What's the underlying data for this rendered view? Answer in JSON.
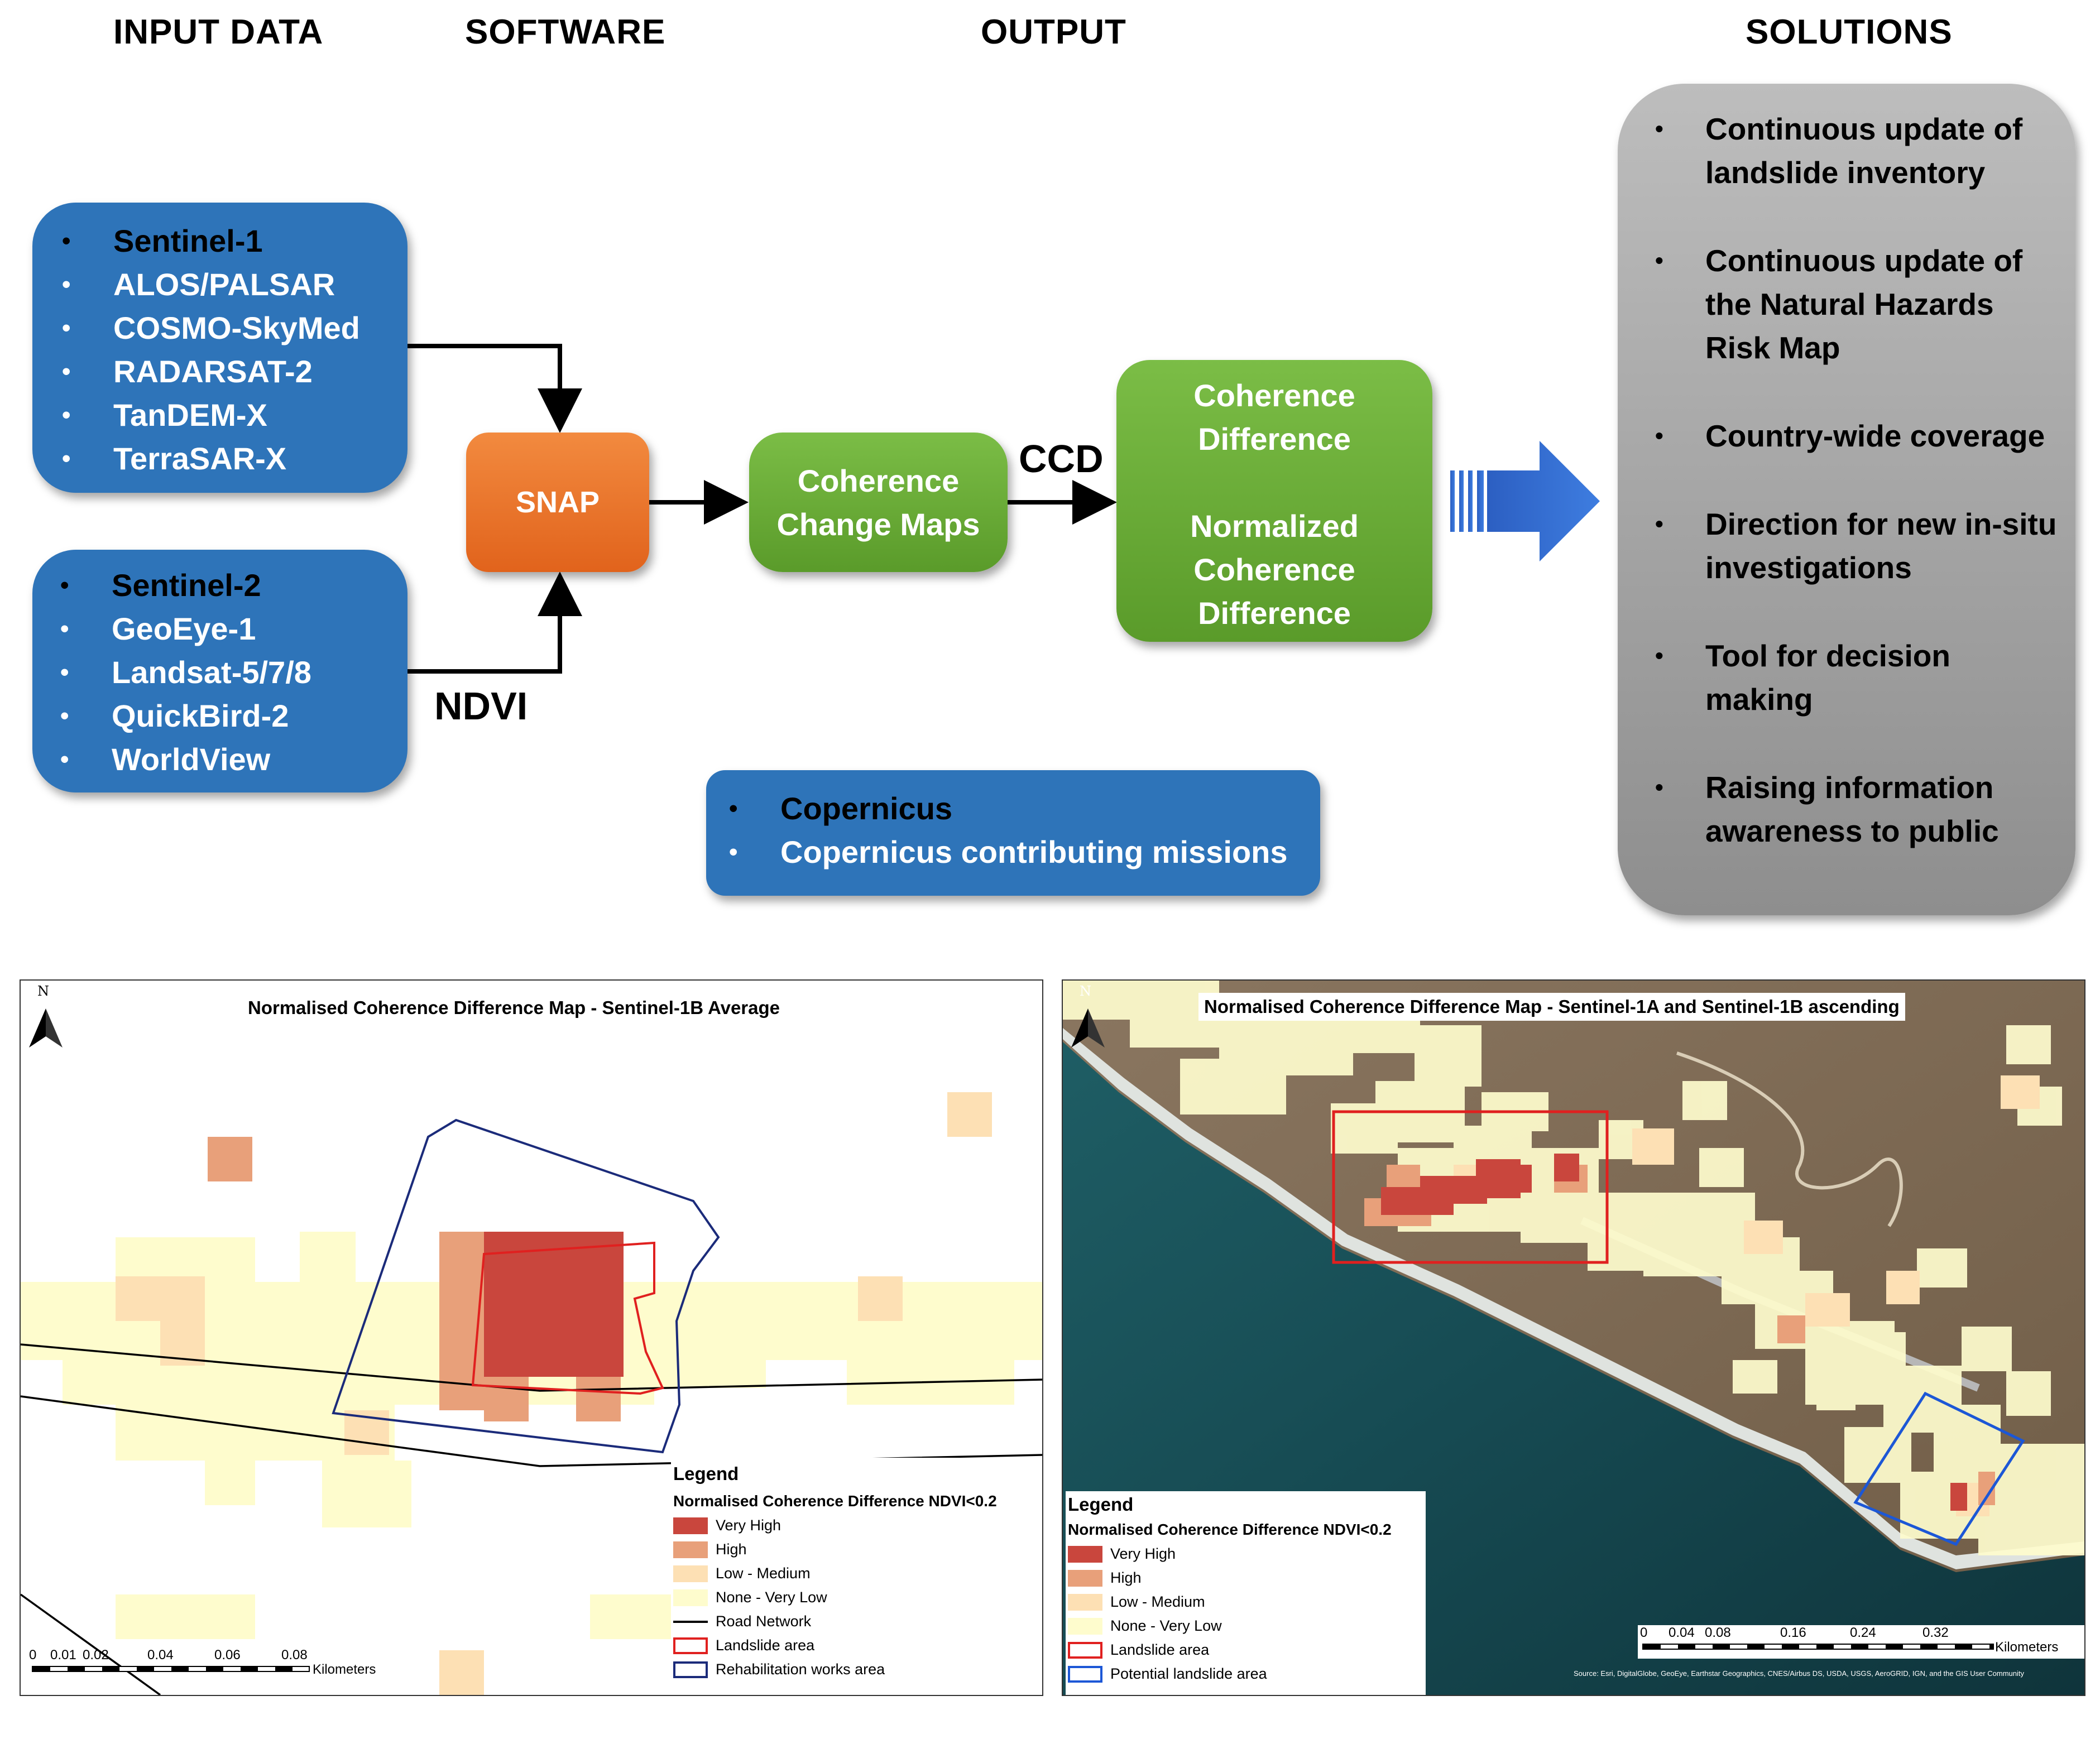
{
  "headers": {
    "input": "INPUT  DATA",
    "software": "SOFTWARE",
    "output": "OUTPUT",
    "solutions": "SOLUTIONS"
  },
  "sar_missions": [
    "Sentinel-1",
    "ALOS/PALSAR",
    "COSMO-SkyMed",
    "RADARSAT-2",
    "TanDEM-X",
    "TerraSAR-X"
  ],
  "optical_missions": [
    "Sentinel-2",
    "GeoEye-1",
    "Landsat-5/7/8",
    "QuickBird-2",
    "WorldView"
  ],
  "snap_label": "SNAP",
  "ndvi_label": "NDVI",
  "ccd_label": "CCD",
  "coherence_change_maps": [
    "Coherence",
    "Change Maps"
  ],
  "output_lines": [
    "Coherence",
    "Difference",
    "",
    "Normalized",
    "Coherence",
    "Difference"
  ],
  "copernicus": [
    "Copernicus",
    "Copernicus contributing missions"
  ],
  "solutions": [
    "Continuous update of landslide inventory",
    "Continuous update of the Natural Hazards Risk Map",
    "Country-wide coverage",
    "Direction for new in-situ investigations",
    "Tool for decision making",
    "Raising information awareness to public"
  ],
  "colors": {
    "blue_box": "#2e74b9",
    "very_high": "#c9463d",
    "high": "#e8a07a",
    "low_medium": "#fde0b4",
    "none_very_low": "#fefccd",
    "landslide": "#e0201f",
    "rehab": "#1b2b7a",
    "potential": "#1c57d6"
  },
  "map_left": {
    "north": "N",
    "title": "Normalised Coherence Difference Map - Sentinel-1B Average",
    "legend_title": "Legend",
    "legend_subtitle": "Normalised Coherence Difference NDVI<0.2",
    "legend_items": [
      "Very High",
      "High",
      "Low - Medium",
      "None - Very Low",
      "Road Network",
      "Landslide area",
      "Rehabilitation works area"
    ],
    "scale_ticks": [
      "0",
      "0.01",
      "0.02",
      "0.04",
      "0.06",
      "0.08"
    ],
    "scale_unit": "Kilometers"
  },
  "map_right": {
    "north": "N",
    "title": "Normalised Coherence Difference Map - Sentinel-1A and Sentinel-1B ascending",
    "legend_title": "Legend",
    "legend_subtitle": "Normalised Coherence Difference NDVI<0.2",
    "legend_items": [
      "Very High",
      "High",
      "Low - Medium",
      "None - Very Low",
      "Landslide area",
      "Potential landslide area"
    ],
    "scale_ticks": [
      "0",
      "0.04",
      "0.08",
      "0.16",
      "0.24",
      "0.32"
    ],
    "scale_unit": "Kilometers",
    "source": "Source: Esri, DigitalGlobe, GeoEye, Earthstar Geographics, CNES/Airbus DS, USDA, USGS, AeroGRID, IGN, and the GIS User Community"
  }
}
